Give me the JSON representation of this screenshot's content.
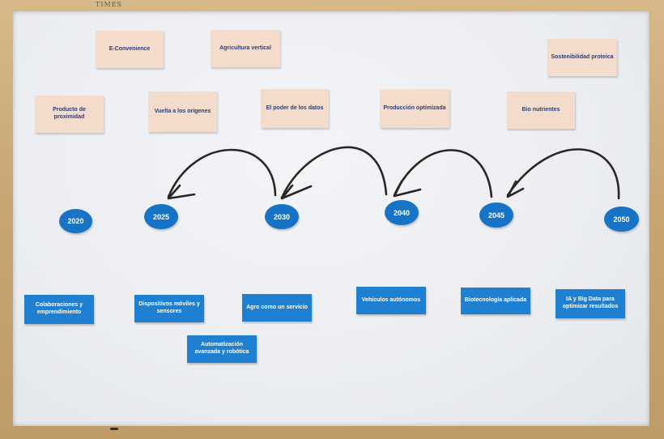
{
  "frame_brand": "TIMES",
  "pink_notes": [
    "E-Convenience",
    "Agricultura vertical",
    "Sostenibilidad proteica",
    "Producto de proximidad",
    "Vuelta a los orígenes",
    "El poder de los datos",
    "Producción optimizada",
    "Bio nutrientes"
  ],
  "years": [
    "2020",
    "2025",
    "2030",
    "2040",
    "2045",
    "2050"
  ],
  "blue_notes": [
    "Colaboraciones y emprendimiento",
    "Dispositivos móviles y sensores",
    "Agro como un servicio",
    "Vehículos autónomos",
    "Biotecnología aplicada",
    "IA y Big Data para optimizar resultados",
    "Automatización avanzada y robótica"
  ],
  "colors": {
    "pink_note": "#f4dccd",
    "blue_note": "#1f7fd0",
    "year_circle": "#1673c5",
    "marker": "#2b2622"
  }
}
